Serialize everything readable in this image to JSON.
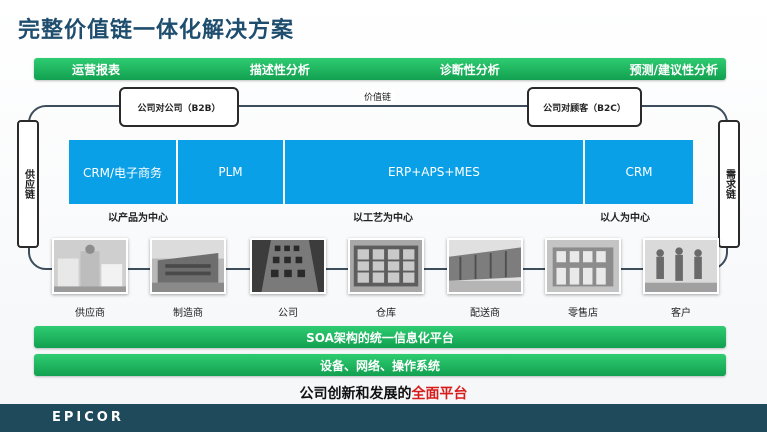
{
  "title": "完整价值链一体化解决方案",
  "analytics": [
    "运营报表",
    "描述性分析",
    "诊断性分析",
    "预测/建议性分析"
  ],
  "value_chain_label": "价值链",
  "b2b_label": "公司对公司（B2B）",
  "b2c_label": "公司对顾客（B2C）",
  "supply_chain": "供应链",
  "demand_chain": "需求链",
  "systems": [
    "CRM/电子商务",
    "PLM",
    "ERP+APS+MES",
    "CRM"
  ],
  "focus": [
    "以产品为中心",
    "以工艺为中心",
    "以人为中心"
  ],
  "photo_icons": [
    "supplier-photo",
    "factory-photo",
    "company-photo",
    "warehouse-photo",
    "distribution-photo",
    "retail-photo",
    "customer-photo"
  ],
  "entities": [
    "供应商",
    "制造商",
    "公司",
    "仓库",
    "配送商",
    "零售店",
    "客户"
  ],
  "platform": "SOA架构的统一信息化平台",
  "infrastructure": "设备、网络、操作系统",
  "tagline_prefix": "公司创新和发展的",
  "tagline_highlight": "全面平台",
  "logo": "EPICOR",
  "colors": {
    "title": "#1e4d6e",
    "green": "#12a050",
    "blue": "#0aa0e8",
    "footer": "#1e4a5c",
    "highlight": "#d81c1c"
  }
}
